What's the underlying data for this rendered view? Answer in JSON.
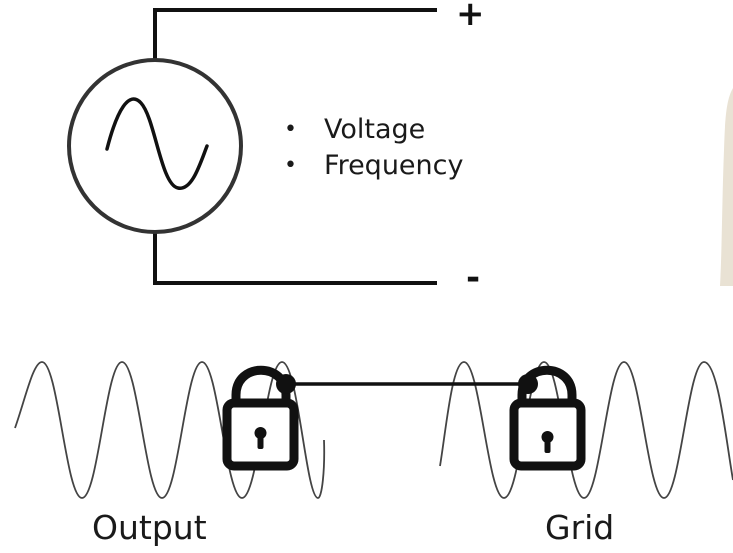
{
  "source": {
    "plus_label": "+",
    "minus_label": "-",
    "bullets": [
      "Voltage",
      "Frequency"
    ]
  },
  "waves": {
    "output_label": "Output",
    "grid_label": "Grid"
  },
  "icons": {
    "source_symbol": "ac-source-icon",
    "lock_left": "lock-icon",
    "lock_right": "lock-icon"
  },
  "colors": {
    "stroke": "#111111",
    "wave": "#444444"
  }
}
